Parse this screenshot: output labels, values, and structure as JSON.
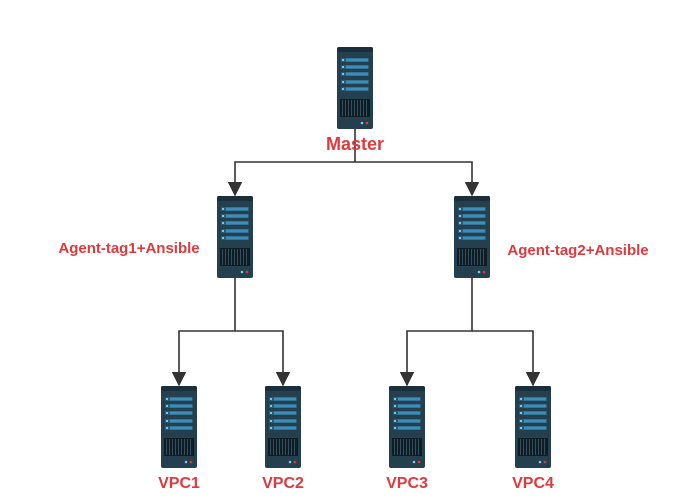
{
  "diagram": {
    "type": "tree",
    "nodes": {
      "master": {
        "label": "Master",
        "icon": "server-icon"
      },
      "agent1": {
        "label": "Agent-tag1+Ansible",
        "icon": "server-icon"
      },
      "agent2": {
        "label": "Agent-tag2+Ansible",
        "icon": "server-icon"
      },
      "vpc1": {
        "label": "VPC1",
        "icon": "server-icon"
      },
      "vpc2": {
        "label": "VPC2",
        "icon": "server-icon"
      },
      "vpc3": {
        "label": "VPC3",
        "icon": "server-icon"
      },
      "vpc4": {
        "label": "VPC4",
        "icon": "server-icon"
      }
    },
    "edges": [
      {
        "from": "master",
        "to": "agent1"
      },
      {
        "from": "master",
        "to": "agent2"
      },
      {
        "from": "agent1",
        "to": "vpc1"
      },
      {
        "from": "agent1",
        "to": "vpc2"
      },
      {
        "from": "agent2",
        "to": "vpc3"
      },
      {
        "from": "agent2",
        "to": "vpc4"
      }
    ],
    "colors": {
      "label": "#e0393e",
      "server_body": "#243f4d",
      "server_panel": "#3b8fb8",
      "connector": "#333333"
    }
  }
}
